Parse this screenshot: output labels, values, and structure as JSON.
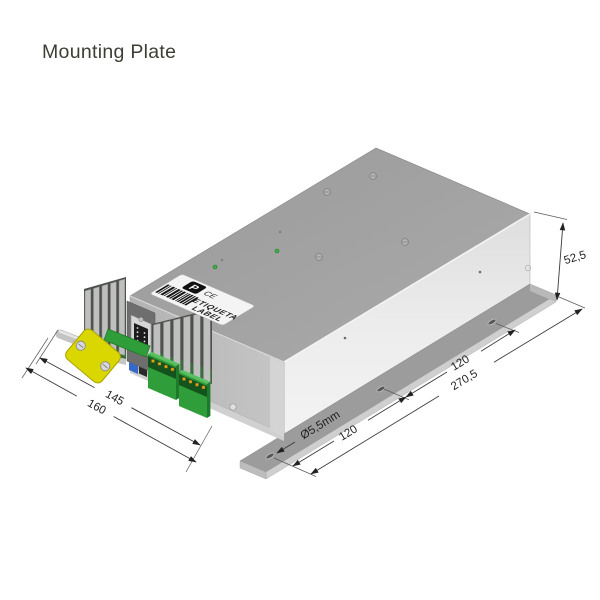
{
  "title": "Mounting Plate",
  "device": {
    "name_label": {
      "logo_text": "P",
      "ce_text": "CE",
      "line1": "ETIQUETA",
      "line2": "LABEL"
    }
  },
  "dimensions": {
    "height": "52,5",
    "hole_diameter": "Ø5,5mm",
    "hole_spacing_near": "120",
    "hole_span": "270,5",
    "hole_spacing_far": "120",
    "front_width_inner": "145",
    "front_width_outer": "160"
  },
  "colors": {
    "terminal_green": "#2f9e3a",
    "terminal_green_dark": "#1e7a2b",
    "plate_yellow": "#d9d600",
    "led_green": "#3fae46",
    "top_gray": "#a2a2a2",
    "side_gray": "#e9e9e9",
    "flange_gray": "#9c9c9c",
    "dimension_line": "#3a3a3a"
  }
}
